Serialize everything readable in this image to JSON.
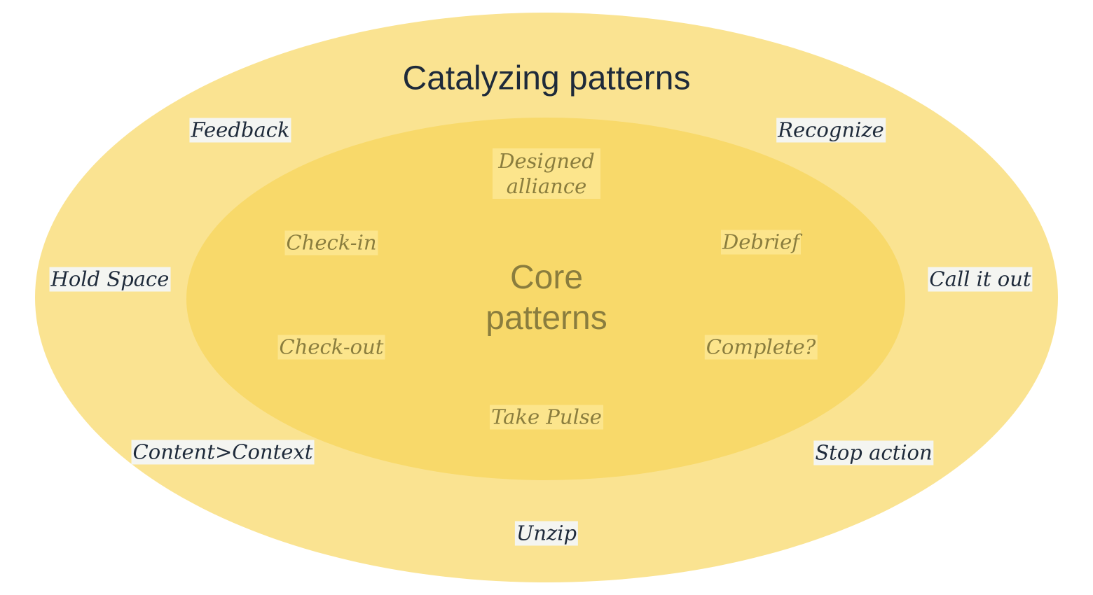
{
  "colors": {
    "outer_fill": "#fae391",
    "inner_fill": "#f8d96a",
    "outer_text": "#1e2a3a",
    "inner_text": "#8a7d3e"
  },
  "outer": {
    "title": "Catalyzing patterns",
    "items": {
      "feedback": "Feedback",
      "recognize": "Recognize",
      "hold_space": "Hold Space",
      "call_it_out": "Call it out",
      "content_context": "Content>Context",
      "stop_action": "Stop action",
      "unzip": "Unzip"
    }
  },
  "inner": {
    "title_line1": "Core",
    "title_line2": "patterns",
    "items": {
      "designed_alliance_line1": "Designed",
      "designed_alliance_line2": "alliance",
      "check_in": "Check-in",
      "debrief": "Debrief",
      "check_out": "Check-out",
      "complete": "Complete?",
      "take_pulse": "Take Pulse"
    }
  }
}
